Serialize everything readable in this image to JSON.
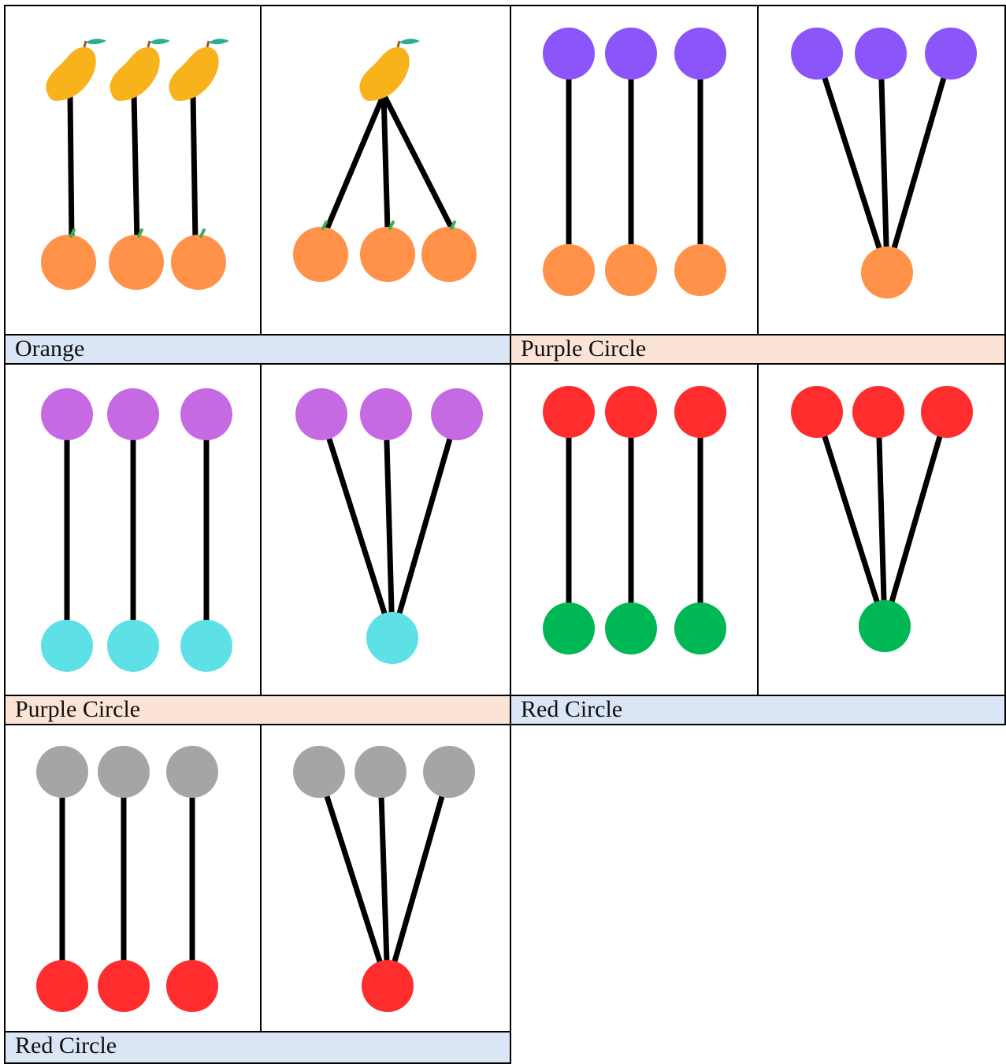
{
  "colors": {
    "mango": "#F7B21C",
    "mango_leaf": "#2AAE8F",
    "mango_stem": "#9A5C2C",
    "orange": "#FF9248",
    "orange_leaf": "#3BB24F",
    "violet": "#8B55FA",
    "lilac": "#C56AE3",
    "cyan": "#5DE0E6",
    "red": "#FF2D2D",
    "green": "#00B755",
    "gray": "#A5A5A5",
    "line": "#000000",
    "label_blue": "#DAE6F5",
    "label_peach": "#FBE3D6"
  },
  "panels": [
    {
      "id": "panel-1",
      "label": "Orange",
      "label_color": "label_blue",
      "top": {
        "shape": "mango",
        "color": "mango"
      },
      "bottom": {
        "shape": "orange",
        "color": "orange"
      },
      "left_cell": "one-to-one",
      "right_cell": "one-to-many"
    },
    {
      "id": "panel-2",
      "label": "Purple Circle",
      "label_color": "label_peach",
      "top": {
        "shape": "circle",
        "color": "violet"
      },
      "bottom": {
        "shape": "circle",
        "color": "orange"
      },
      "left_cell": "one-to-one",
      "right_cell": "many-to-one"
    },
    {
      "id": "panel-3",
      "label": "Purple Circle",
      "label_color": "label_peach",
      "top": {
        "shape": "circle",
        "color": "lilac"
      },
      "bottom": {
        "shape": "circle",
        "color": "cyan"
      },
      "left_cell": "one-to-one",
      "right_cell": "many-to-one"
    },
    {
      "id": "panel-4",
      "label": "Red Circle",
      "label_color": "label_blue",
      "top": {
        "shape": "circle",
        "color": "red"
      },
      "bottom": {
        "shape": "circle",
        "color": "green"
      },
      "left_cell": "one-to-one",
      "right_cell": "many-to-one"
    },
    {
      "id": "panel-5",
      "label": "Red Circle",
      "label_color": "label_blue",
      "top": {
        "shape": "circle",
        "color": "gray"
      },
      "bottom": {
        "shape": "circle",
        "color": "red"
      },
      "left_cell": "one-to-one",
      "right_cell": "many-to-one"
    }
  ]
}
